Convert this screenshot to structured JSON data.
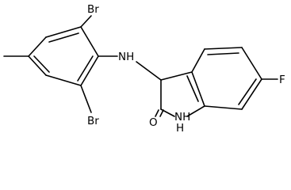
{
  "molecule": {
    "atoms": {
      "br_top": "Br",
      "br_bottom": "Br",
      "nh_amine": "NH",
      "fluorine": "F",
      "nh_ring": "NH",
      "h_ring": "H",
      "oxygen": "O"
    }
  }
}
